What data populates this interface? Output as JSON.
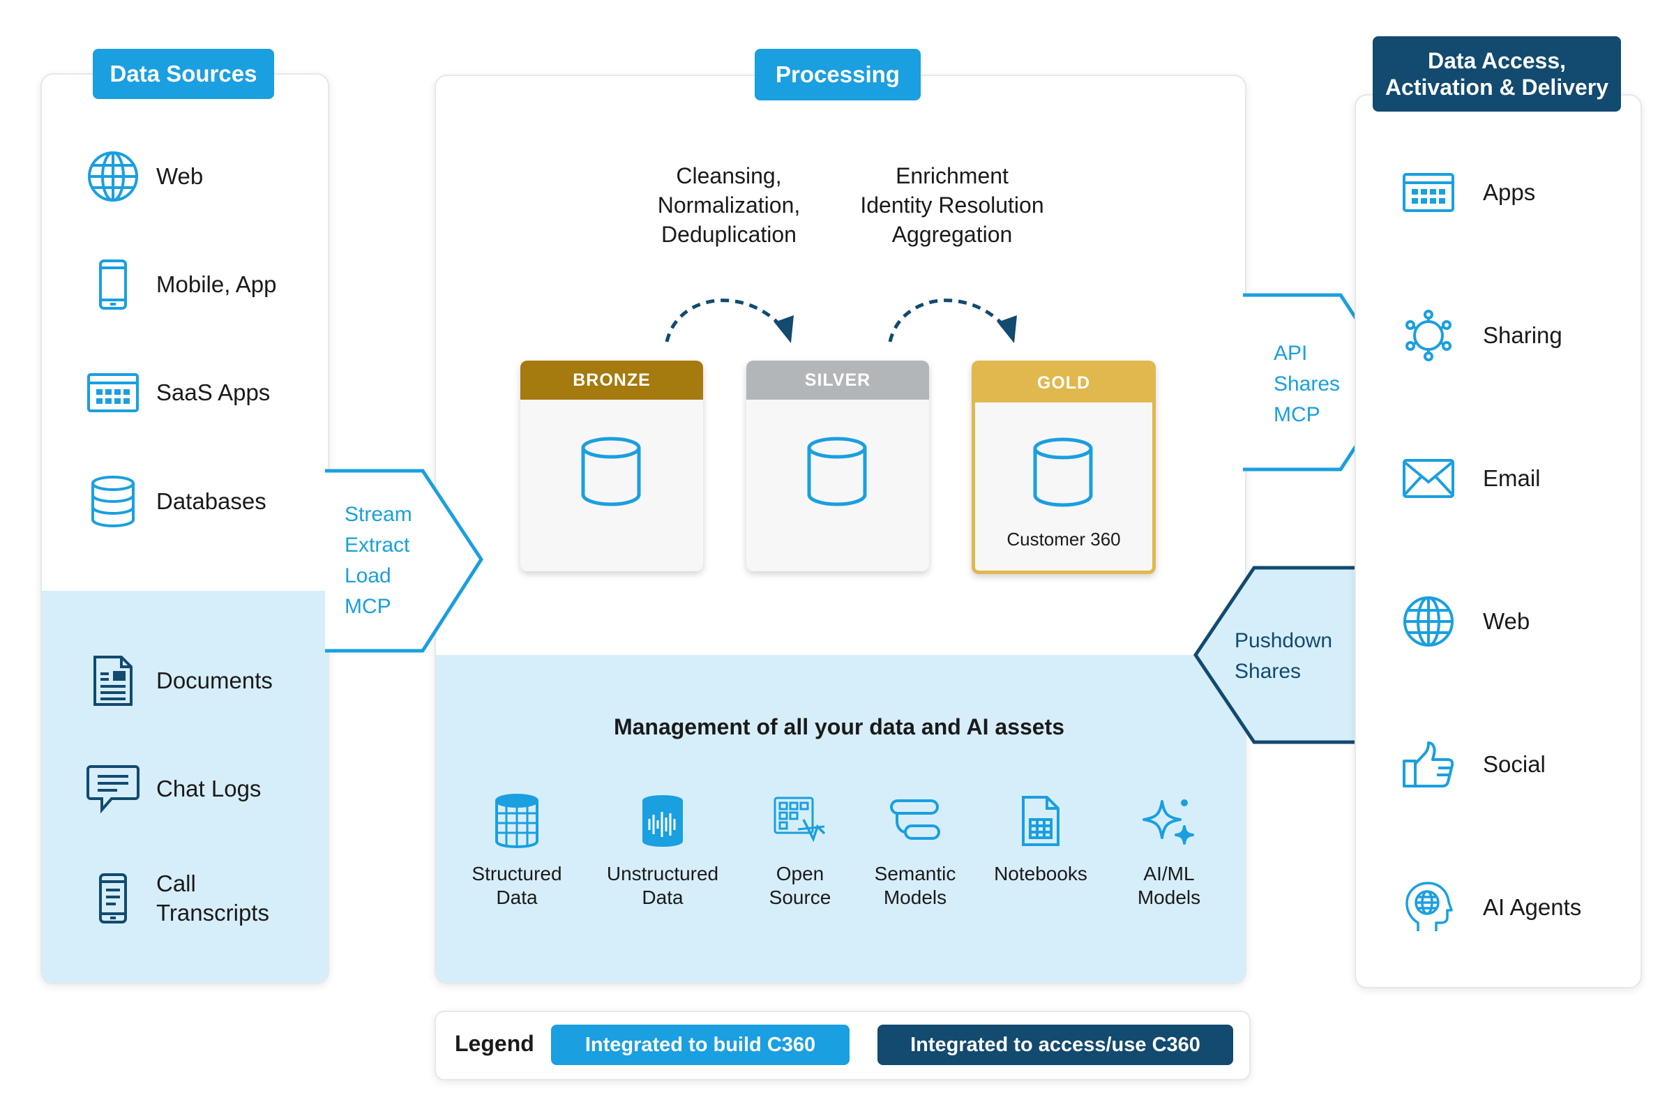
{
  "sources": {
    "title": "Data Sources",
    "items": [
      {
        "label": "Web",
        "icon": "globe-icon"
      },
      {
        "label": "Mobile, App",
        "icon": "mobile-phone-icon"
      },
      {
        "label": "SaaS Apps",
        "icon": "app-window-icon"
      },
      {
        "label": "Databases",
        "icon": "database-stack-icon"
      },
      {
        "label": "Documents",
        "icon": "document-icon"
      },
      {
        "label": "Chat Logs",
        "icon": "chat-bubble-icon"
      },
      {
        "label": "Call Transcripts",
        "icon": "phone-transcript-icon"
      }
    ]
  },
  "ingest": {
    "lines": [
      "Stream",
      "Extract",
      "Load",
      "MCP"
    ]
  },
  "processing": {
    "title": "Processing",
    "steps": [
      {
        "text": "Cleansing,\nNormalization,\nDeduplication"
      },
      {
        "text": "Enrichment\nIdentity Resolution\nAggregation"
      }
    ],
    "tiers": [
      {
        "label": "BRONZE",
        "color": "#a57a0e",
        "caption": ""
      },
      {
        "label": "SILVER",
        "color": "#b3b6b9",
        "caption": ""
      },
      {
        "label": "GOLD",
        "color": "#e0b84e",
        "caption": "Customer 360"
      }
    ],
    "management": {
      "title": "Management of all your data and AI assets",
      "assets": [
        {
          "label": "Structured\nData",
          "icon": "structured-data-icon"
        },
        {
          "label": "Unstructured\nData",
          "icon": "unstructured-data-icon"
        },
        {
          "label": "Open\nSource",
          "icon": "open-source-icon"
        },
        {
          "label": "Semantic\nModels",
          "icon": "semantic-models-icon"
        },
        {
          "label": "Notebooks",
          "icon": "notebook-icon"
        },
        {
          "label": "AI/ML\nModels",
          "icon": "sparkle-icon"
        }
      ]
    }
  },
  "outbound": {
    "lines": [
      "API",
      "Shares",
      "MCP"
    ]
  },
  "pushdown": {
    "lines": [
      "Pushdown",
      "Shares"
    ]
  },
  "access": {
    "title": "Data Access,\nActivation & Delivery",
    "items": [
      {
        "label": "Apps",
        "icon": "app-window-icon"
      },
      {
        "label": "Sharing",
        "icon": "sharing-network-icon"
      },
      {
        "label": "Email",
        "icon": "envelope-icon"
      },
      {
        "label": "Web",
        "icon": "globe-icon"
      },
      {
        "label": "Social",
        "icon": "thumbs-up-icon"
      },
      {
        "label": "AI Agents",
        "icon": "ai-head-icon"
      }
    ]
  },
  "legend": {
    "title": "Legend",
    "light": "Integrated to build C360",
    "dark": "Integrated to access/use C360"
  },
  "colors": {
    "accent": "#1a9fe0",
    "dark": "#124a70",
    "light_bg": "#d6eefa"
  }
}
